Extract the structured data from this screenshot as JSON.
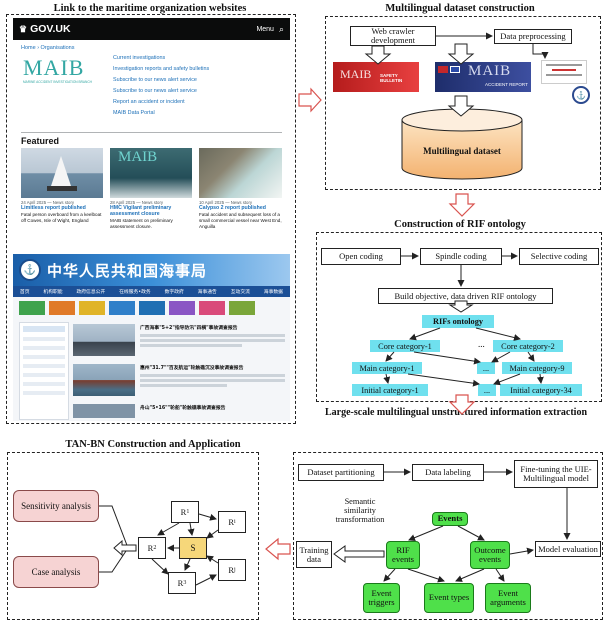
{
  "titles": {
    "links": "Link to the maritime organization websites",
    "multilingual": "Multilingual dataset construction",
    "rif_ontology": "Construction of RIF ontology",
    "extraction": "Large-scale multilingual unstructured information extraction",
    "tanbn": "TAN-BN Construction and Application"
  },
  "govuk": {
    "logo": "GOV.UK",
    "menu": "Menu",
    "breadcrumb": "Home  ›  Organisations",
    "maib_logo": "MAIB",
    "maib_sub": "MARINE ACCIDENT INVESTIGATION BRANCH",
    "links": [
      "Current investigations",
      "Investigation reports and safety bulletins",
      "Subscribe to our news alert service",
      "Subscribe to our news alert service",
      "Report an accident or incident",
      "MAIB Data Portal"
    ],
    "featured": "Featured",
    "cards": [
      {
        "date": "24 April 2025 — News story",
        "title": "Limitless report published",
        "desc": "Fatal person overboard from a keelboat off Cowes, Isle of Wight, England"
      },
      {
        "date": "28 April 2025 — News story",
        "title": "HMC Vigilant preliminary assessment closure",
        "desc": "MAIB statement on preliminary assessment closure."
      },
      {
        "date": "10 April 2025 — News story",
        "title": "Calypso 2 report published",
        "desc": "Fatal accident and subsequent loss of a small commercial vessel near West End, Anguilla"
      }
    ]
  },
  "msa": {
    "title": "中华人民共和国海事局",
    "nav": [
      "首页",
      "机构职能",
      "政府信息公开",
      "在线服务•政务",
      "数字政府",
      "海事通告",
      "互动交流",
      "海事数据"
    ],
    "news1": "广西海事\"5+2\"指导防汛\"四横\"事故调查报告",
    "news2": "惠州\"31.7\"\"百友航运\"轮触礁沉没事故调查报告",
    "news3": "舟山\"5•16\"\"轮船\"轮触礁事故调查报告"
  },
  "multilingual": {
    "crawler": "Web crawler development",
    "preprocess": "Data preprocessing",
    "dataset": "Multilingual dataset",
    "maib_text": "MAIB",
    "safety_bulletin": "SAFETY BULLETIN",
    "accident_report": "ACCIDENT REPORT"
  },
  "rif": {
    "open": "Open coding",
    "spindle": "Spindle coding",
    "selective": "Selective coding",
    "build": "Build objective, data driven RIF ontology",
    "ontology": "RIFs ontology",
    "core1": "Core category-1",
    "core2": "Core category-2",
    "main1": "Main category-1",
    "main9": "Main category-9",
    "init1": "Initial category-1",
    "init34": "Initial category-34",
    "dots": "..."
  },
  "extraction": {
    "partition": "Dataset partitioning",
    "labeling": "Data labeling",
    "finetune": "Fine-tuning the UIE-Multilingual model",
    "semantic": "Semantic similarity transformation",
    "events": "Events",
    "rif_events": "RIF events",
    "outcome_events": "Outcome events",
    "model_eval": "Model evaluation",
    "training": "Training data",
    "triggers": "Event triggers",
    "types": "Event types",
    "arguments": "Event arguments"
  },
  "tanbn": {
    "sensitivity": "Sensitivity analysis",
    "case": "Case analysis",
    "r1": "R",
    "r1_sub": "1",
    "ri": "R",
    "ri_sub": "i",
    "r2": "R",
    "r2_sub": "2",
    "s": "S",
    "r3": "R",
    "r3_sub": "3",
    "rj": "R",
    "rj_sub": "j"
  },
  "colors": {
    "cyan": "#6fe0ee",
    "green": "#4fe04a",
    "pink": "#f6d3d3",
    "orange_node": "#f6d77a",
    "arrow_red": "#d9534f"
  }
}
